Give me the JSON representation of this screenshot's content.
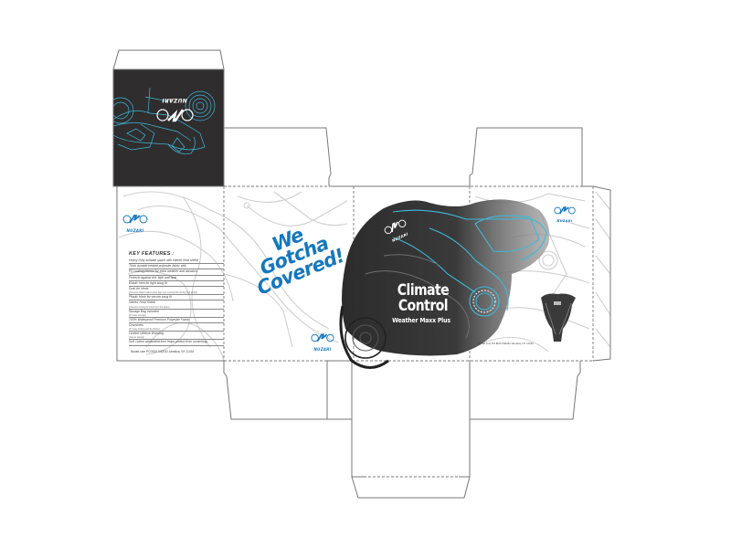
{
  "brand": {
    "name": "NUZARI",
    "accent_color": "#1577bd",
    "cyan_line_color": "#3fb8d8",
    "dark_panel_color": "#2f2d2e"
  },
  "top_flap": {
    "logo_text": "NUZARI",
    "orientation": "upside-down"
  },
  "side_panel": {
    "logo_text": "NUZARI",
    "key_features_title": "KEY FEATURES :",
    "features": [
      {
        "text": "Heavy Duty suitable space with interior heat shield",
        "sub": ""
      },
      {
        "text": "Thick durable treated polyester fabric with",
        "sub": ""
      },
      {
        "text": "PU coating interior for extra weather and abrasion",
        "sub": ""
      },
      {
        "text": "Protects against dirt, light and heat",
        "sub": ""
      },
      {
        "text": "Elastic hem for tight snug fit",
        "sub": ""
      },
      {
        "text": "Dual Air Vents",
        "sub": "(prevents balloon effect when tarp over motorcycles during high winds)"
      },
      {
        "text": "Plastic Hook for secure snug fit",
        "sub": ""
      },
      {
        "text": "Interior Heat Shield",
        "sub": "(prevents burning of cover from hot pipes)"
      },
      {
        "text": "Storage Bag Included",
        "sub": "(for easy storage)"
      },
      {
        "text": "100% Waterproof Premium Polyester Fabric",
        "sub": ""
      },
      {
        "text": "Grommets",
        "sub": "(for easy locking and tie downs)"
      },
      {
        "text": "Limited Lifetime Warranty",
        "sub": "(Use as always)"
      },
      {
        "text": "Soft Cotton windshield liner helps protect from scratching",
        "sub": ""
      }
    ],
    "address": "Nuzari.com   PO BOX 040232   Jamaica, NY 11434"
  },
  "slogan_panel": {
    "lines": [
      "We",
      "Gotcha",
      "Covered!"
    ],
    "logo_text": "NUZARI"
  },
  "front_panel": {
    "logo_text": "NUZARI",
    "title_line1": "Climate",
    "title_line2": "Control",
    "subtitle": "Weather Maxx Plus"
  },
  "back_panel": {
    "logo_text": "NUZARI",
    "address": "Nuzari.com   PO BOX 040232   Jamaica, NY 11434",
    "product_silhouette": "folded-cover-icon"
  }
}
